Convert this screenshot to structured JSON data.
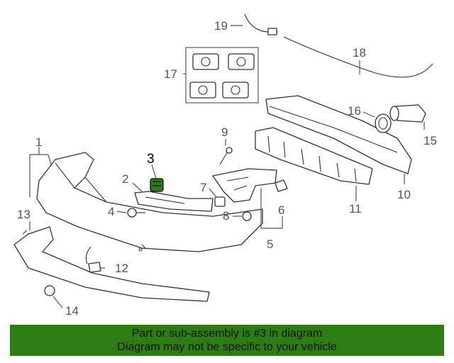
{
  "callouts": {
    "c1": "1",
    "c2": "2",
    "c3": "3",
    "c4": "4",
    "c5": "5",
    "c6": "6",
    "c7": "7",
    "c8": "8",
    "c9": "9",
    "c10": "10",
    "c11": "11",
    "c12": "12",
    "c13": "13",
    "c14": "14",
    "c15": "15",
    "c16": "16",
    "c17": "17",
    "c18": "18",
    "c19": "19"
  },
  "highlight": {
    "part_number": "3",
    "color": "#2e7d14"
  },
  "banner": {
    "line1": "Part or sub-assembly is #3 in diagram",
    "line2": "Diagram may not be specific to your vehicle",
    "background": "#2e7d14"
  }
}
